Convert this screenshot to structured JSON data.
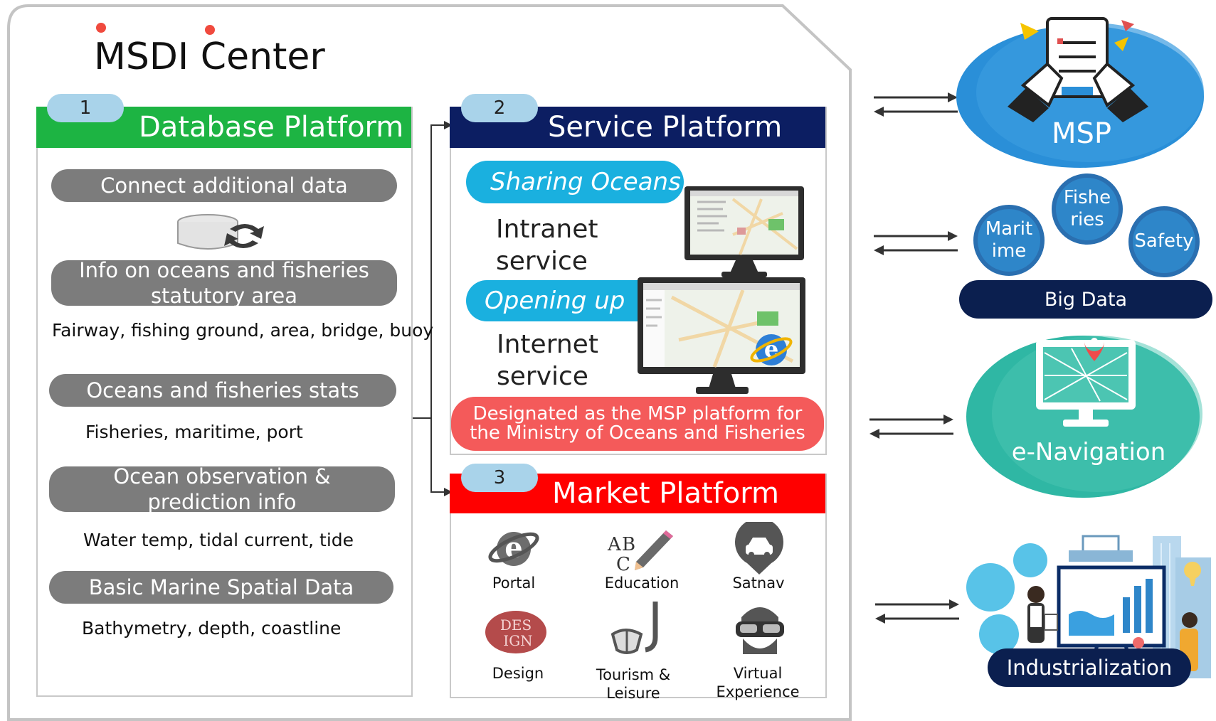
{
  "center": {
    "title": "MSDI Center"
  },
  "database": {
    "number": "1",
    "title": "Database Platform",
    "items": [
      {
        "label": "Connect additional data",
        "desc": ""
      },
      {
        "label": "Info on oceans and fisheries statutory area",
        "desc": "Fairway, fishing ground, area, bridge, buoy"
      },
      {
        "label": "Oceans and fisheries stats",
        "desc": "Fisheries, maritime, port"
      },
      {
        "label": "Ocean observation & prediction info",
        "desc": "Water temp, tidal current, tide"
      },
      {
        "label": "Basic Marine Spatial Data",
        "desc": "Bathymetry, depth, coastline"
      }
    ]
  },
  "service": {
    "number": "2",
    "title": "Service Platform",
    "sharing_label": "Sharing Oceans",
    "intranet_label": "Intranet service",
    "opening_label": "Opening up",
    "internet_label": "Internet service",
    "designated_label": "Designated as the MSP platform for the Ministry of Oceans and Fisheries"
  },
  "market": {
    "number": "3",
    "title": "Market Platform",
    "items": [
      {
        "label": "Portal",
        "icon": "ie-logo-icon"
      },
      {
        "label": "Education",
        "icon": "abc-pencil-icon"
      },
      {
        "label": "Satnav",
        "icon": "car-pin-icon"
      },
      {
        "label": "Design",
        "icon": "design-icon"
      },
      {
        "label": "Tourism & Leisure",
        "icon": "snorkel-mask-icon"
      },
      {
        "label": "Virtual Experience",
        "icon": "vr-headset-icon"
      }
    ]
  },
  "external": {
    "msp": "MSP",
    "bigdata": {
      "label": "Big Data",
      "circles": [
        "Maritime",
        "Fisheries",
        "Safety"
      ]
    },
    "enav": "e-Navigation",
    "industrial": "Industrialization"
  },
  "colors": {
    "database_green": "#1db443",
    "service_navy": "#0c1e62",
    "market_red": "#ff0000",
    "cyan": "#1ab0df",
    "designated_red": "#f45a5a",
    "pill_gray": "#7c7c7c",
    "msp_blue": "#2a8fd8",
    "enav_teal": "#2fb7a4",
    "navy_pill": "#0b1f4f"
  }
}
